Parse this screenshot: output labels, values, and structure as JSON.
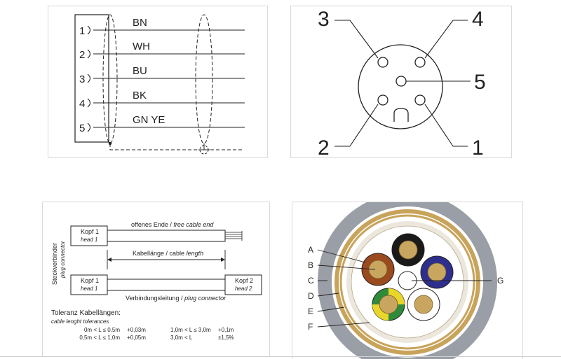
{
  "wiring": {
    "pins": [
      "1",
      "2",
      "3",
      "4",
      "5"
    ],
    "wires": [
      "BN",
      "WH",
      "BU",
      "BK",
      "GN YE"
    ]
  },
  "connector_face": {
    "pin_labels": {
      "p1": "1",
      "p2": "2",
      "p3": "3",
      "p4": "4",
      "p5": "5"
    }
  },
  "cable_length": {
    "side_label": "Steckverbinder",
    "side_label_it": "plug connector",
    "head1": "Kopf 1",
    "head1_it": "head 1",
    "head2": "Kopf 2",
    "head2_it": "head 2",
    "open_end": "offenes Ende / ",
    "open_end_it": "free cable end",
    "length": "Kabellänge / cable ",
    "length_it": "length",
    "connecting": "Verbindungsleitung / ",
    "connecting_it": "plug connector",
    "tol_title": "Toleranz Kabellängen:",
    "tol_title_it": "cable lenght tolerances",
    "tolerances": [
      {
        "range": "0m < L ≤ 0,5m",
        "tol": "+0,03m"
      },
      {
        "range": "0,5m < L ≤ 1,0m",
        "tol": "+0,05m"
      },
      {
        "range": "1,0m < L ≤ 3,0m",
        "tol": "+0,1m"
      },
      {
        "range": "3,0m < L",
        "tol": "±1,5%"
      }
    ]
  },
  "cross_section": {
    "labels": [
      "A",
      "B",
      "C",
      "D",
      "E",
      "F",
      "G"
    ],
    "colors": {
      "outer_jacket": "#9a9ea6",
      "shield": "#c8a35a",
      "filler": "#ece7dc",
      "brown": "#9a4a1e",
      "black": "#1a1a1a",
      "blue": "#2d2f8f",
      "green": "#2e8b3a",
      "yellow": "#e8d62a",
      "copper": "#c9a65f"
    }
  }
}
